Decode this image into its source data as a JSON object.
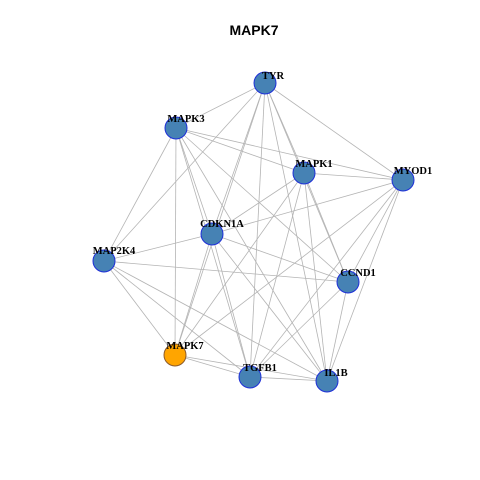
{
  "title": "MAPK7",
  "colors": {
    "node_fill": "#4682B4",
    "node_stroke": "#1E2FD8",
    "highlight_fill": "#FFA500",
    "highlight_stroke": "#8B5A2B",
    "edge": "#B4B4B4"
  },
  "network": {
    "nodes": [
      {
        "id": "TYR",
        "label": "TYR",
        "highlight": false
      },
      {
        "id": "MAPK3",
        "label": "MAPK3",
        "highlight": false
      },
      {
        "id": "MAPK1",
        "label": "MAPK1",
        "highlight": false
      },
      {
        "id": "MYOD1",
        "label": "MYOD1",
        "highlight": false
      },
      {
        "id": "CDKN1A",
        "label": "CDKN1A",
        "highlight": false
      },
      {
        "id": "MAP2K4",
        "label": "MAP2K4",
        "highlight": false
      },
      {
        "id": "CCND1",
        "label": "CCND1",
        "highlight": false
      },
      {
        "id": "MAPK7",
        "label": "MAPK7",
        "highlight": true
      },
      {
        "id": "TGFB1",
        "label": "TGFB1",
        "highlight": false
      },
      {
        "id": "IL1B",
        "label": "IL1B",
        "highlight": false
      }
    ],
    "edges": [
      [
        "TYR",
        "MAPK3"
      ],
      [
        "TYR",
        "MAPK1"
      ],
      [
        "TYR",
        "MYOD1"
      ],
      [
        "TYR",
        "CDKN1A"
      ],
      [
        "TYR",
        "MAP2K4"
      ],
      [
        "TYR",
        "CCND1"
      ],
      [
        "TYR",
        "MAPK7"
      ],
      [
        "TYR",
        "TGFB1"
      ],
      [
        "TYR",
        "IL1B"
      ],
      [
        "MAPK3",
        "MAPK1"
      ],
      [
        "MAPK3",
        "MYOD1"
      ],
      [
        "MAPK3",
        "CDKN1A"
      ],
      [
        "MAPK3",
        "MAP2K4"
      ],
      [
        "MAPK3",
        "CCND1"
      ],
      [
        "MAPK3",
        "MAPK7"
      ],
      [
        "MAPK3",
        "TGFB1"
      ],
      [
        "MAPK3",
        "IL1B"
      ],
      [
        "MAPK1",
        "MYOD1"
      ],
      [
        "MAPK1",
        "CDKN1A"
      ],
      [
        "MAPK1",
        "CCND1"
      ],
      [
        "MAPK1",
        "MAPK7"
      ],
      [
        "MAPK1",
        "TGFB1"
      ],
      [
        "MAPK1",
        "IL1B"
      ],
      [
        "MYOD1",
        "CDKN1A"
      ],
      [
        "MYOD1",
        "CCND1"
      ],
      [
        "MYOD1",
        "MAPK7"
      ],
      [
        "MYOD1",
        "TGFB1"
      ],
      [
        "MYOD1",
        "IL1B"
      ],
      [
        "CDKN1A",
        "MAP2K4"
      ],
      [
        "CDKN1A",
        "CCND1"
      ],
      [
        "CDKN1A",
        "MAPK7"
      ],
      [
        "CDKN1A",
        "TGFB1"
      ],
      [
        "CDKN1A",
        "IL1B"
      ],
      [
        "MAP2K4",
        "CCND1"
      ],
      [
        "MAP2K4",
        "MAPK7"
      ],
      [
        "MAP2K4",
        "TGFB1"
      ],
      [
        "MAP2K4",
        "IL1B"
      ],
      [
        "CCND1",
        "TGFB1"
      ],
      [
        "CCND1",
        "IL1B"
      ],
      [
        "MAPK7",
        "TGFB1"
      ],
      [
        "MAPK7",
        "IL1B"
      ],
      [
        "TGFB1",
        "IL1B"
      ]
    ]
  }
}
